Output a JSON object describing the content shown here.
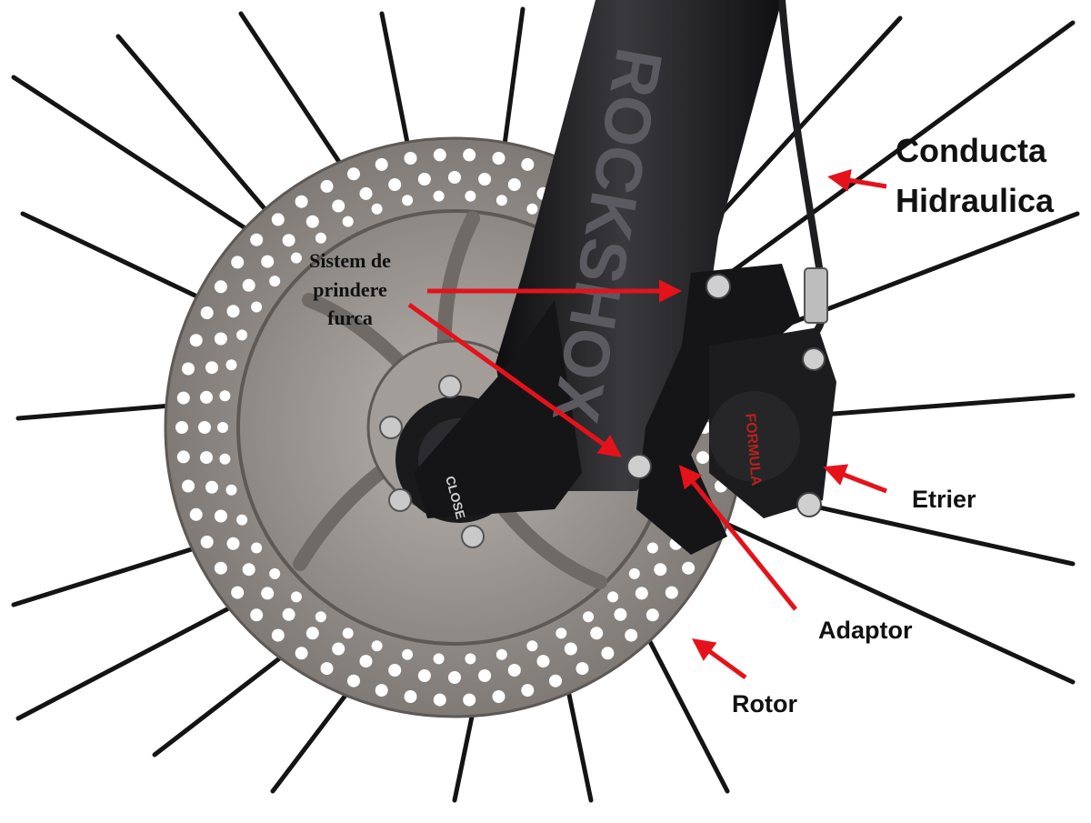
{
  "labels": {
    "hydraulic_line_1": "Conducta",
    "hydraulic_line_2": "Hidraulica",
    "fork_mount_1": "Sistem de",
    "fork_mount_2": "prindere",
    "fork_mount_3": "furca",
    "caliper": "Etrier",
    "adapter": "Adaptor",
    "rotor": "Rotor"
  },
  "fork_text": {
    "brand": "ROCKSHOX",
    "hub_text": "CLOSE",
    "caliper_brand": "FORMULA"
  },
  "colors": {
    "arrow": "#e5121b",
    "spoke": "#141414",
    "fork": "#1c1c1e",
    "rotor": "#8f8a86",
    "background": "#ffffff"
  }
}
